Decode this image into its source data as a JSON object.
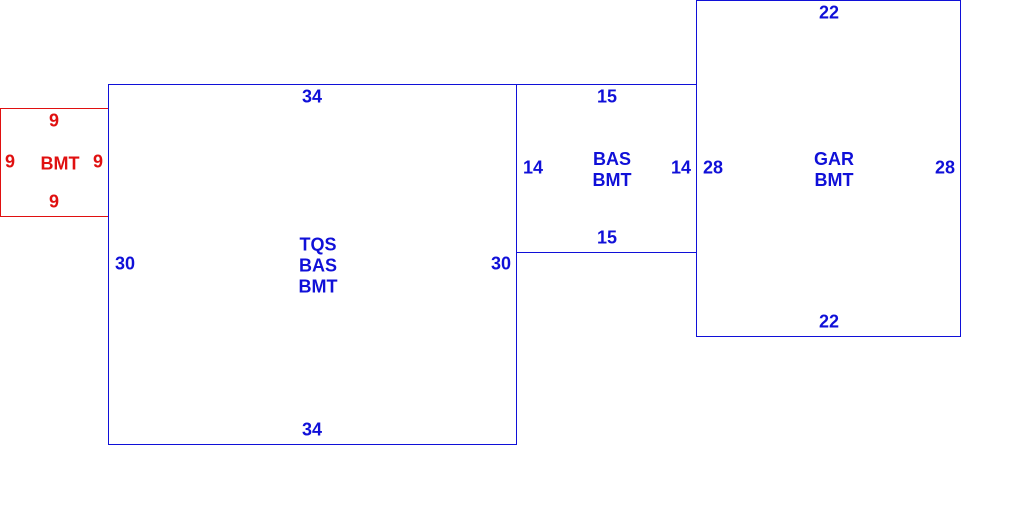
{
  "sketch": {
    "colors": {
      "main": "#1010d8",
      "addition": "#e01010"
    },
    "areas": {
      "bmt_small": {
        "code": "BMT",
        "top": "9",
        "bottom": "9",
        "left": "9",
        "right": "9"
      },
      "tqs": {
        "code": "TQS\nBAS\nBMT",
        "top": "34",
        "bottom": "34",
        "left": "30",
        "right": "30"
      },
      "bas": {
        "code": "BAS\nBMT",
        "top": "15",
        "bottom": "15",
        "left": "14",
        "right": "14"
      },
      "gar": {
        "code": "GAR\nBMT",
        "top": "22",
        "bottom": "22",
        "left": "28",
        "right": "28"
      }
    }
  }
}
